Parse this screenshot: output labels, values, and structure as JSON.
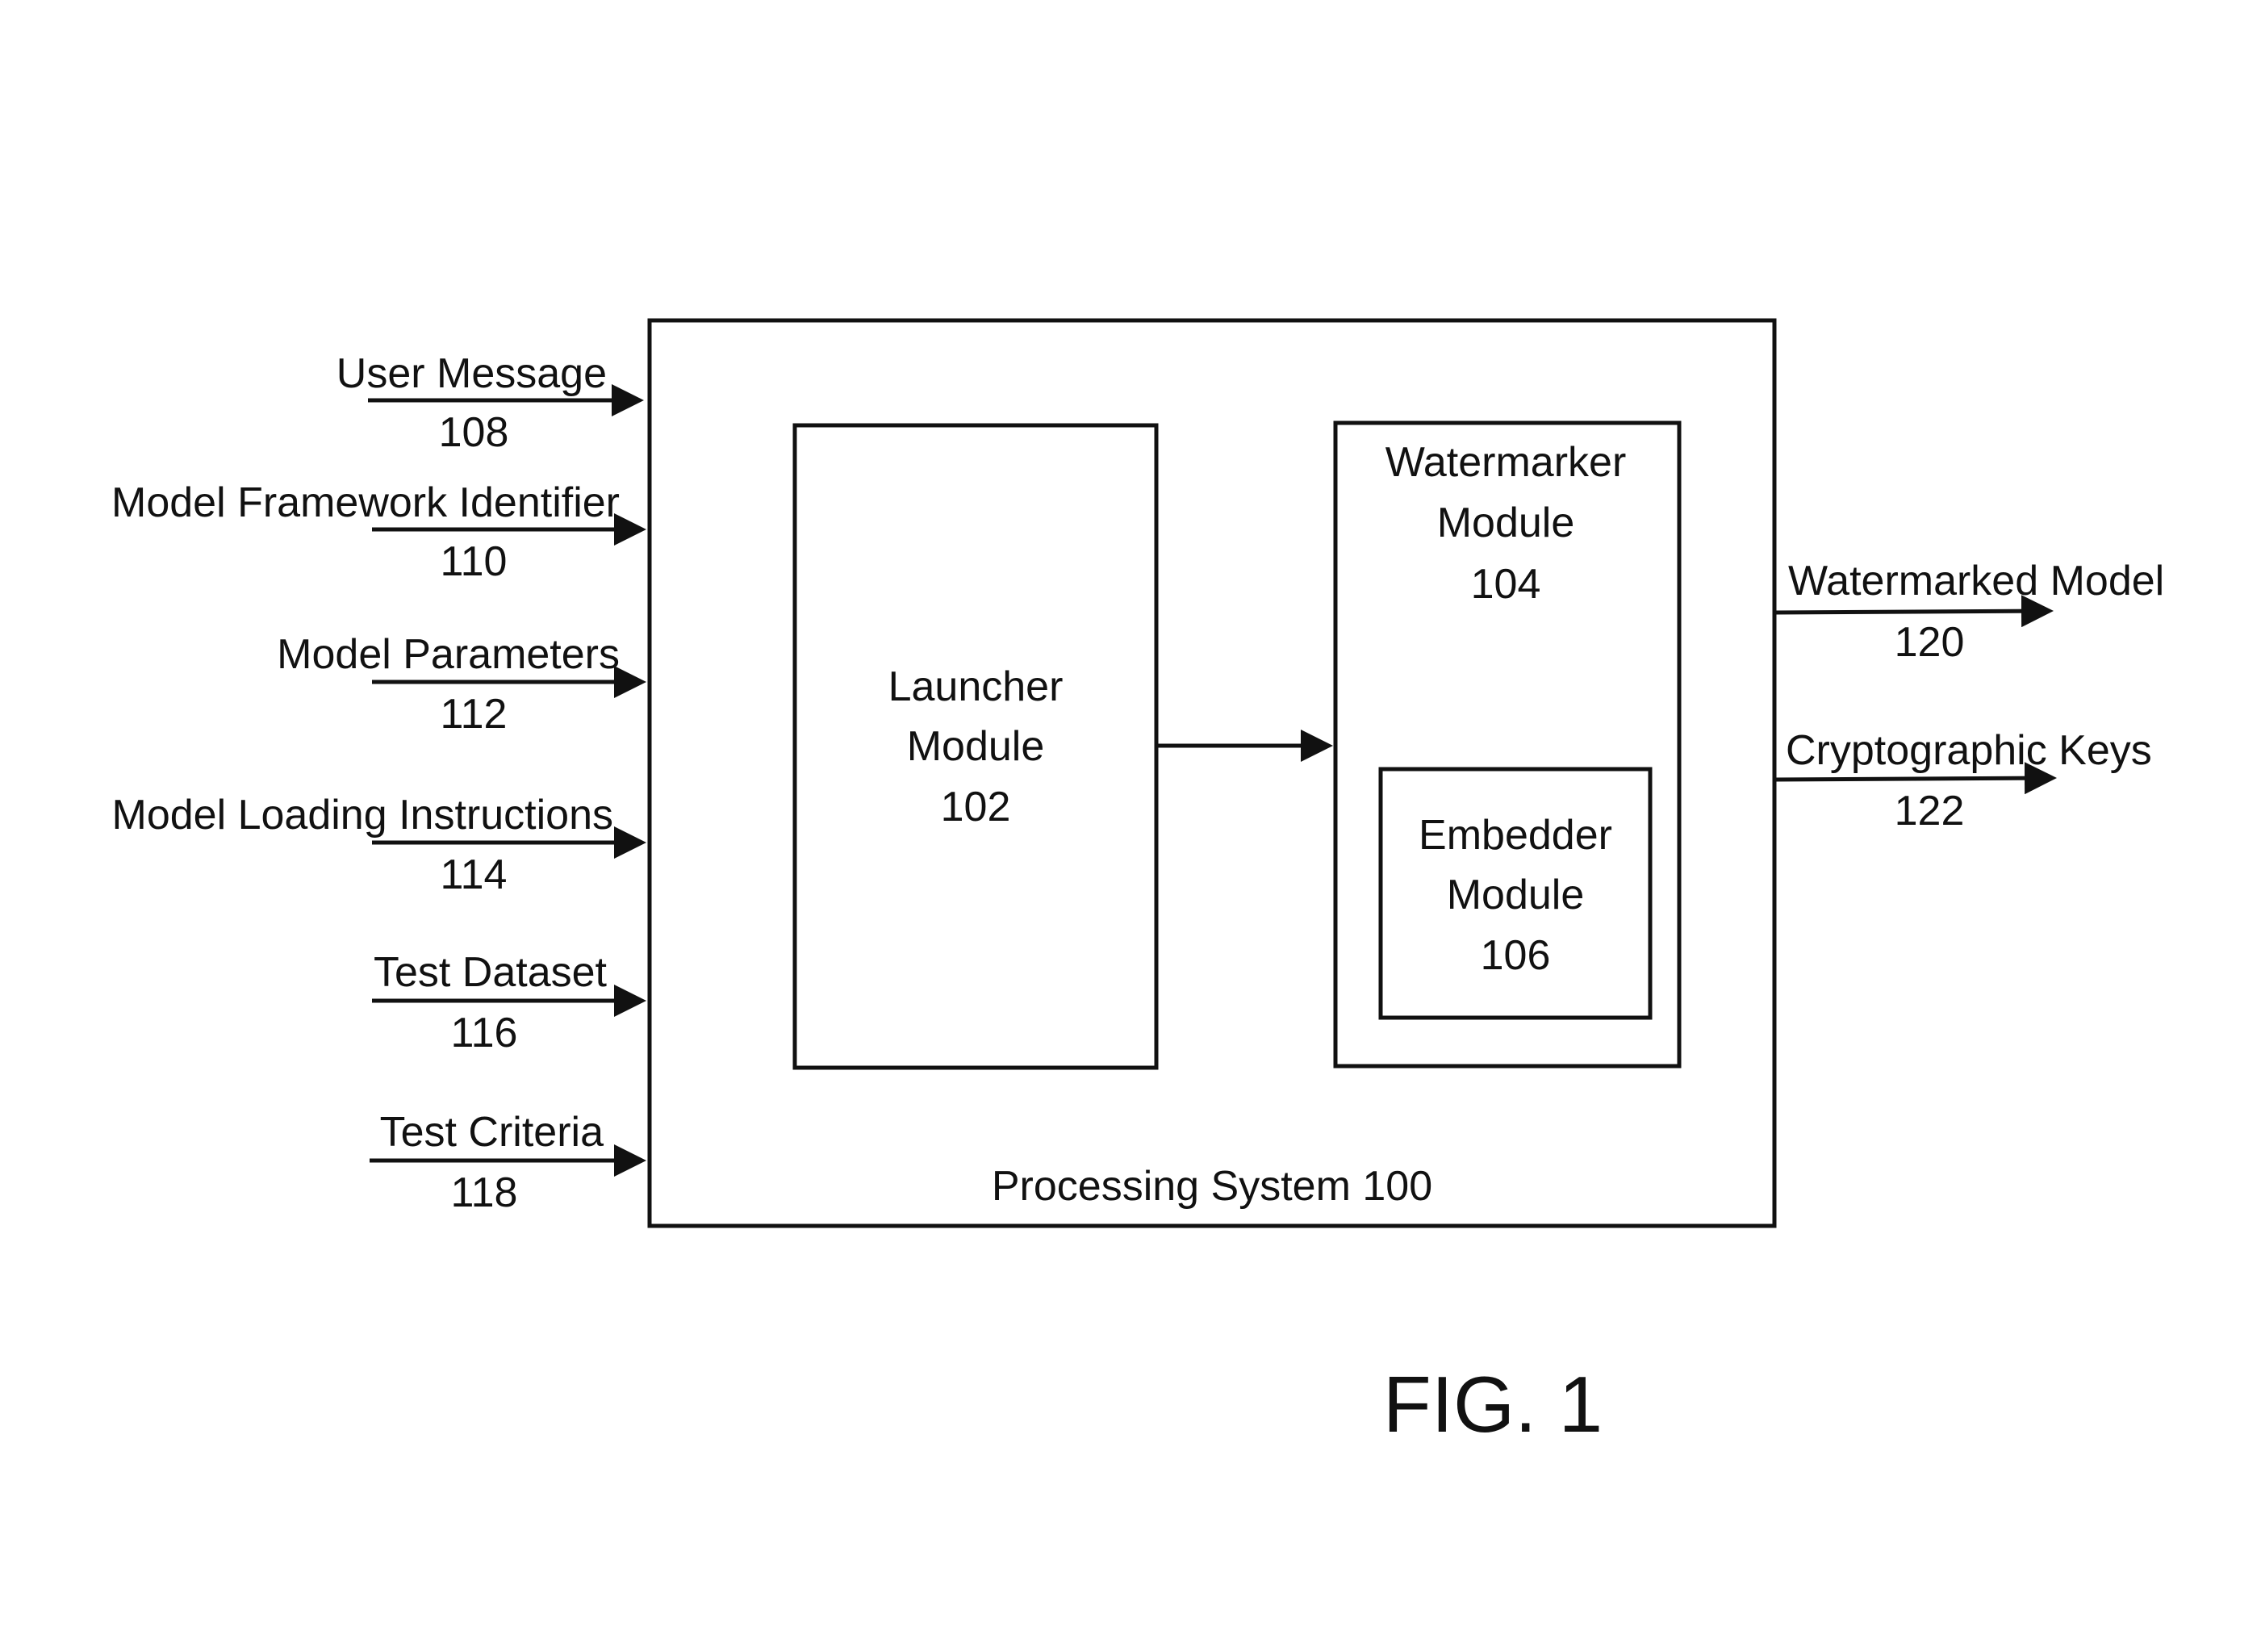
{
  "system": {
    "label": "Processing System 100"
  },
  "modules": {
    "launcher": {
      "lines": [
        "Launcher",
        "Module",
        "102"
      ]
    },
    "watermarker": {
      "lines": [
        "Watermarker",
        "Module",
        "104"
      ]
    },
    "embedder": {
      "lines": [
        "Embedder",
        "Module",
        "106"
      ]
    }
  },
  "inputs": [
    {
      "label": "User Message",
      "number": "108"
    },
    {
      "label": "Model Framework Identifier",
      "number": "110"
    },
    {
      "label": "Model Parameters",
      "number": "112"
    },
    {
      "label": "Model Loading Instructions",
      "number": "114"
    },
    {
      "label": "Test Dataset",
      "number": "116"
    },
    {
      "label": "Test Criteria",
      "number": "118"
    }
  ],
  "outputs": [
    {
      "label": "Watermarked Model",
      "number": "120"
    },
    {
      "label": "Cryptographic Keys",
      "number": "122"
    }
  ],
  "figure_label": "FIG. 1"
}
